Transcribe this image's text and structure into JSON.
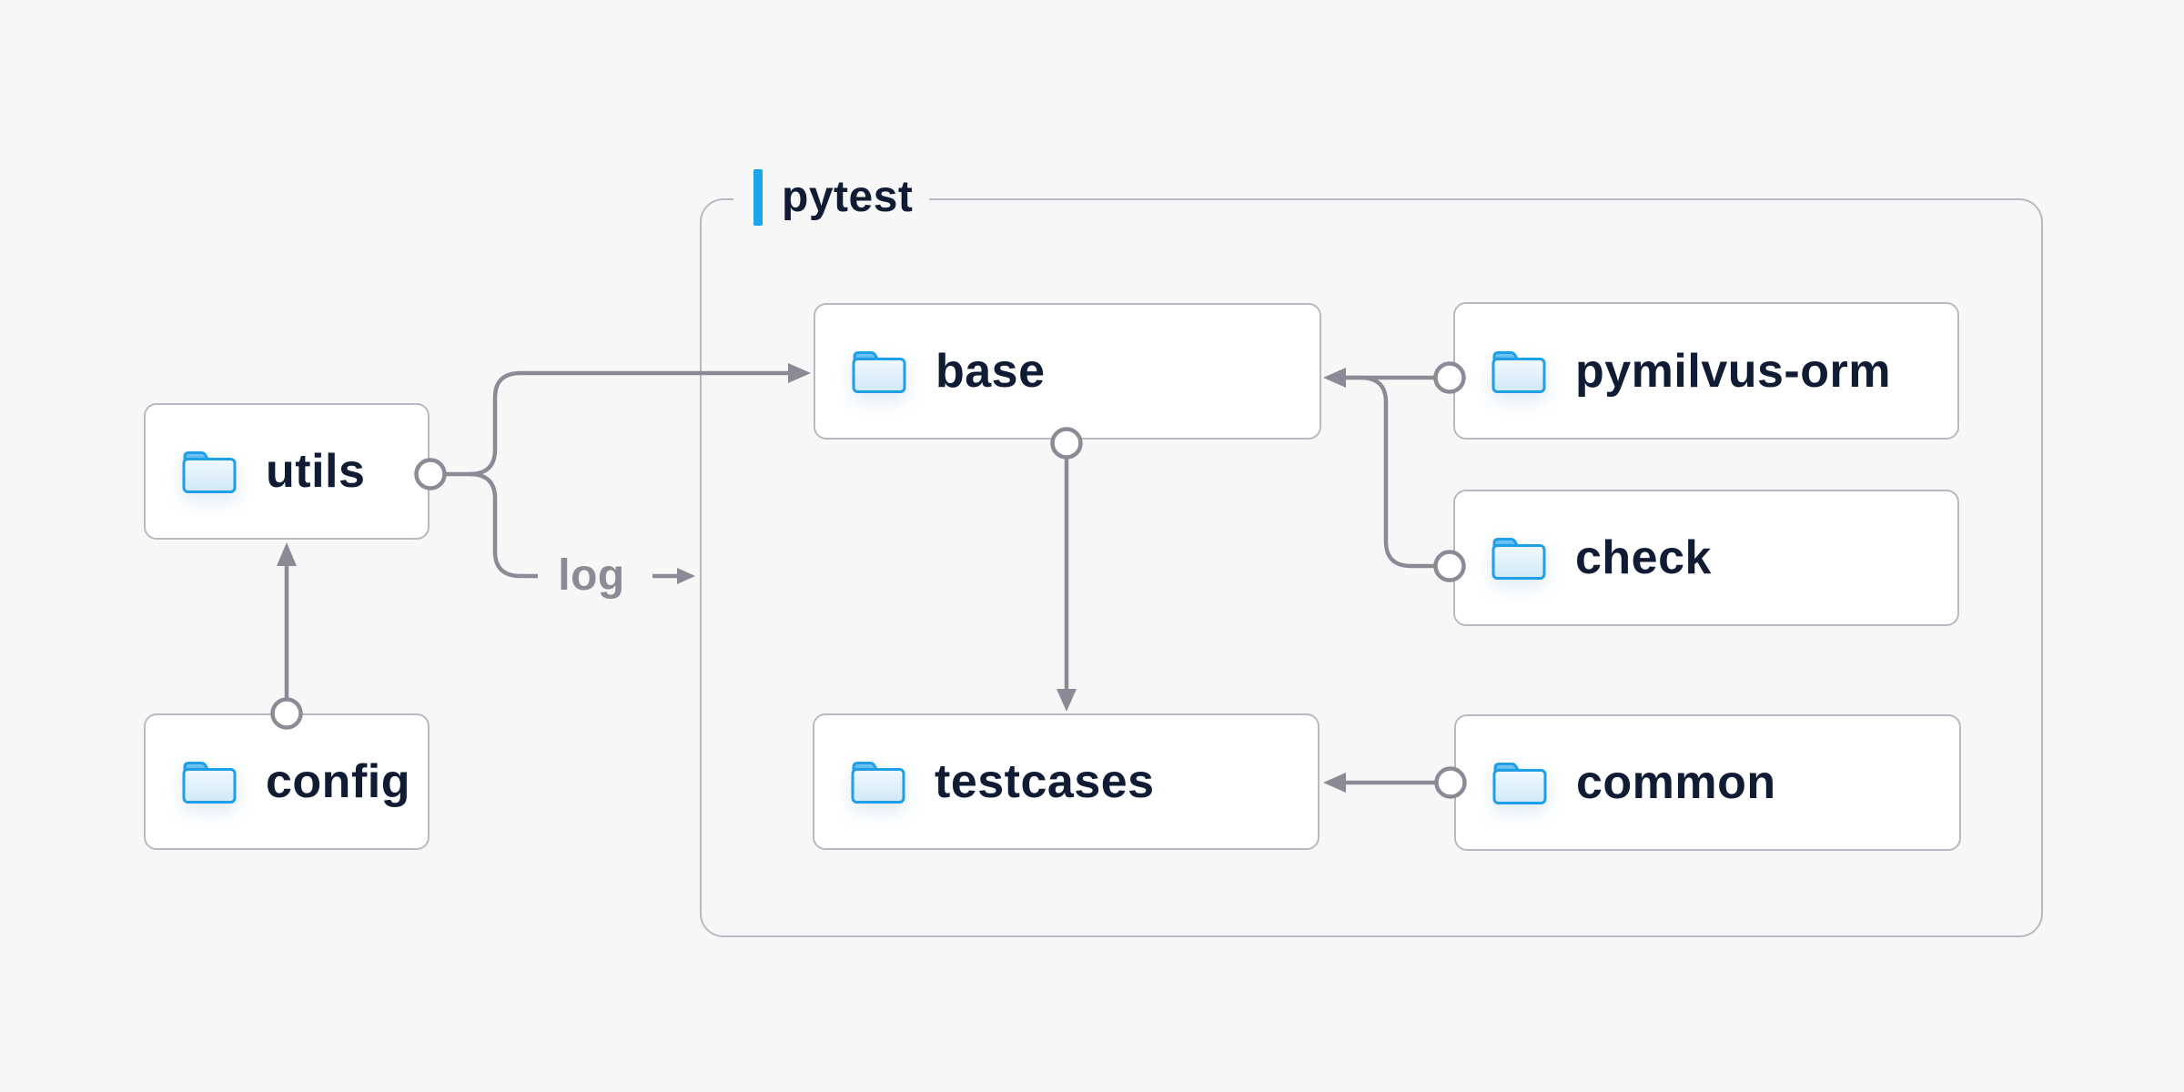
{
  "canvas": {
    "background": "#f7f7f8"
  },
  "colors": {
    "node_border": "#b9b9c4",
    "node_background": "#ffffff",
    "node_text": "#101b34",
    "connector_line": "#8b8b96",
    "muted_label": "#8b8b96",
    "accent_blue": "#18a6ef",
    "folder_stroke": "#1f9fe8"
  },
  "group": {
    "label": "pytest"
  },
  "nodes": [
    {
      "id": "utils",
      "label": "utils",
      "icon": "folder-icon",
      "inside_group": false
    },
    {
      "id": "config",
      "label": "config",
      "icon": "folder-icon",
      "inside_group": false
    },
    {
      "id": "base",
      "label": "base",
      "icon": "folder-icon",
      "inside_group": true
    },
    {
      "id": "pymilvus-orm",
      "label": "pymilvus-orm",
      "icon": "folder-icon",
      "inside_group": true
    },
    {
      "id": "check",
      "label": "check",
      "icon": "folder-icon",
      "inside_group": true
    },
    {
      "id": "testcases",
      "label": "testcases",
      "icon": "folder-icon",
      "inside_group": true
    },
    {
      "id": "common",
      "label": "common",
      "icon": "folder-icon",
      "inside_group": true
    }
  ],
  "edge_label": {
    "label": "log"
  },
  "edges": [
    {
      "from": "config",
      "to": "utils",
      "port": "config-top",
      "arrow_into": "utils-bottom"
    },
    {
      "from": "utils",
      "to": "base",
      "port": "utils-right",
      "arrow_into": "base-left"
    },
    {
      "from": "utils",
      "to": "pytest-group",
      "port": "utils-right",
      "label": "log",
      "arrow_into": "group-left-edge"
    },
    {
      "from": "base",
      "to": "testcases",
      "port": "base-bottom",
      "arrow_into": "testcases-top"
    },
    {
      "from": "pymilvus-orm",
      "to": "base",
      "port": "pymilvus-orm-left",
      "arrow_into": "base-right"
    },
    {
      "from": "check",
      "to": "base",
      "port": "check-left",
      "arrow_into": "base-right"
    },
    {
      "from": "common",
      "to": "testcases",
      "port": "common-left",
      "arrow_into": "testcases-right"
    }
  ]
}
